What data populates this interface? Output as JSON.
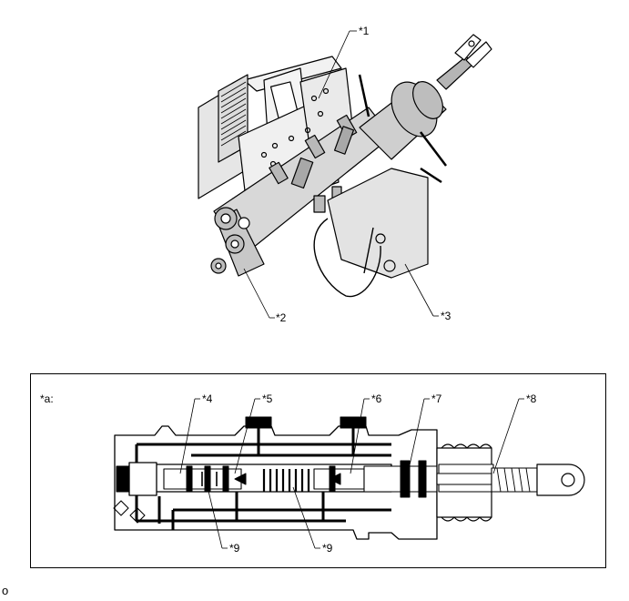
{
  "callouts_top": [
    "*1",
    "*2",
    "*3"
  ],
  "section": {
    "label": "*a:",
    "callouts": [
      "*4",
      "*5",
      "*6",
      "*7",
      "*8",
      "*9",
      "*9"
    ]
  },
  "footer_mark": "o"
}
